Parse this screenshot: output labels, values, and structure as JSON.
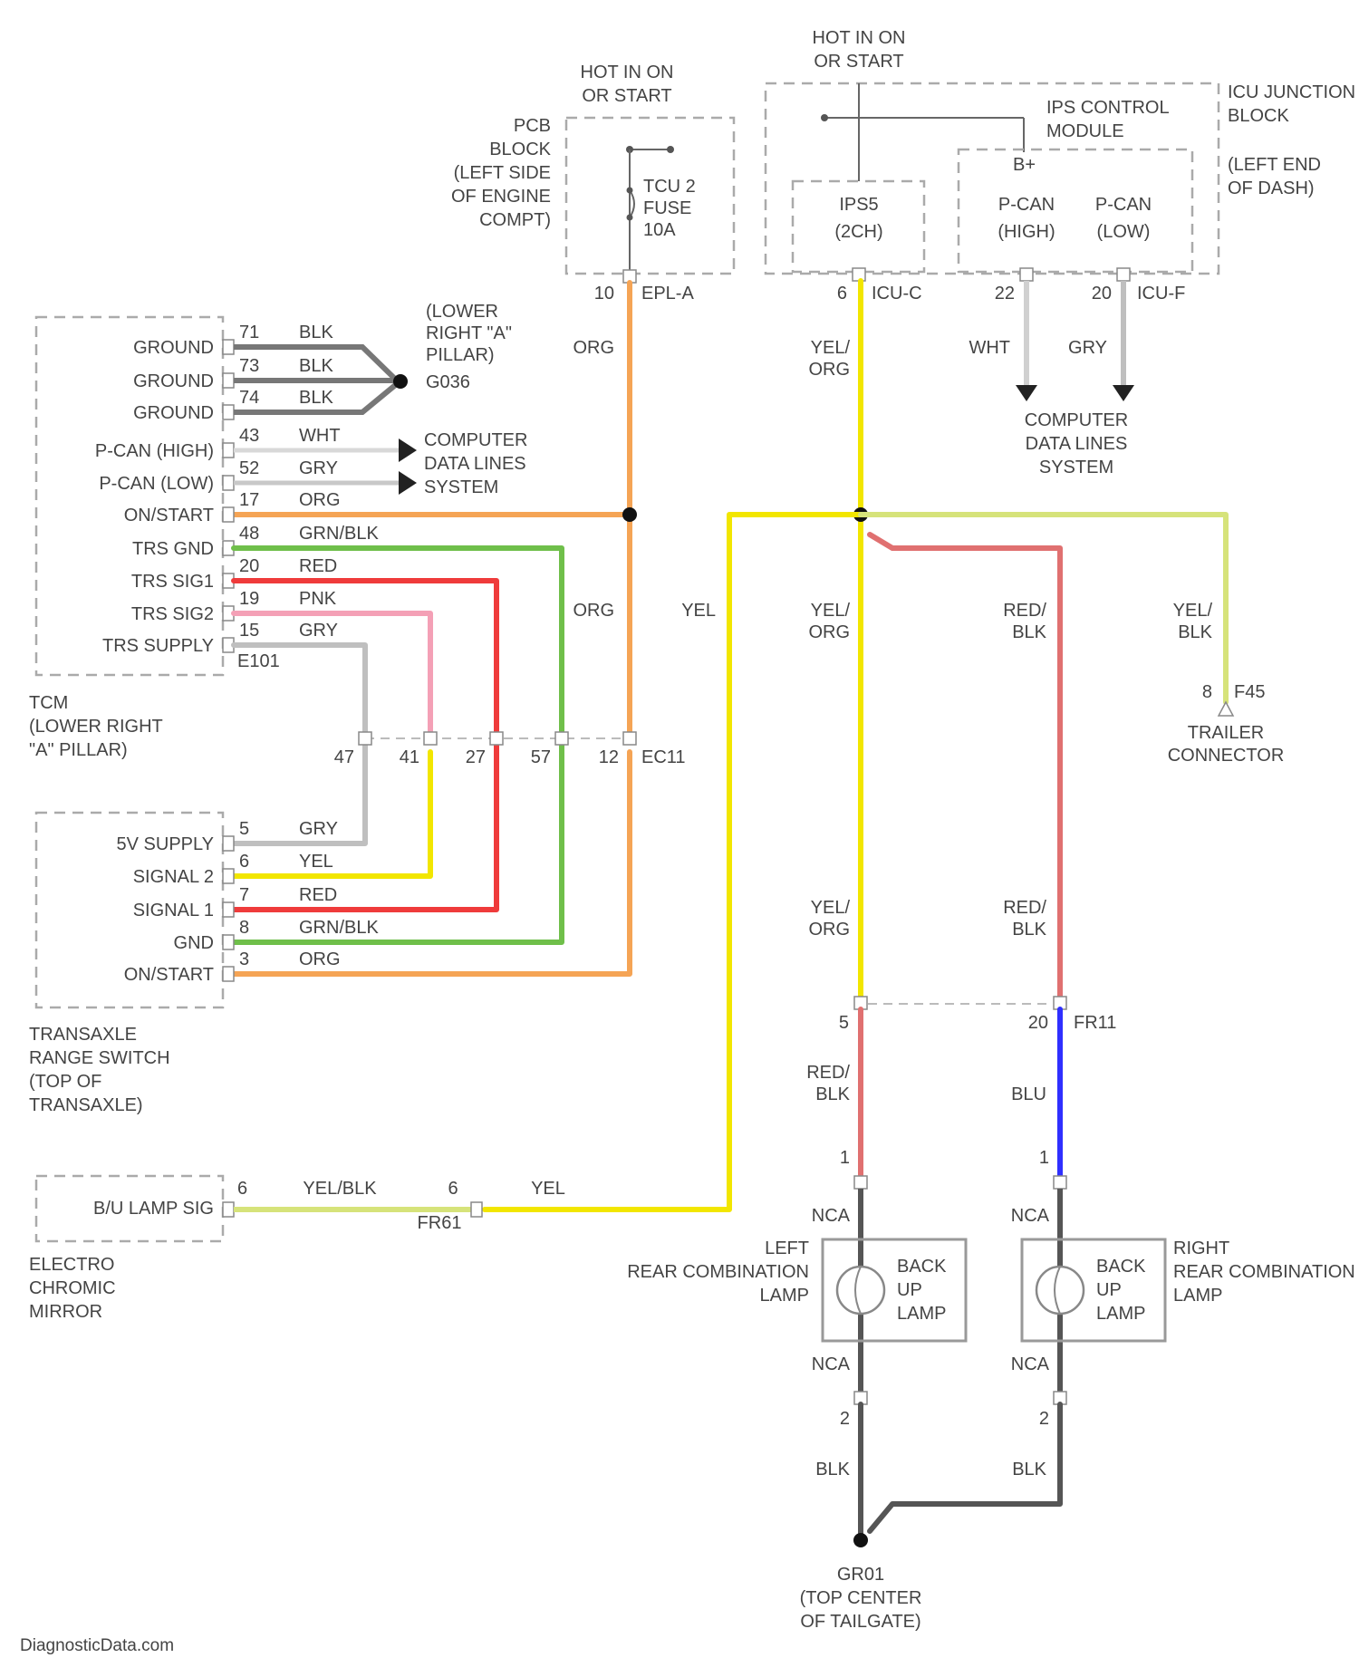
{
  "fuse_block": {
    "hot": [
      "HOT IN ON",
      "OR START"
    ],
    "name": [
      "PCB",
      "BLOCK",
      "(LEFT SIDE",
      "OF ENGINE",
      "COMPT)"
    ],
    "fuse": [
      "TCU 2",
      "FUSE",
      "10A"
    ],
    "pin": "10",
    "connector": "EPL-A",
    "wire": "ORG"
  },
  "icu_block": {
    "hot": [
      "HOT IN ON",
      "OR START"
    ],
    "name": [
      "ICU JUNCTION",
      "BLOCK"
    ],
    "location": [
      "(LEFT END",
      "OF DASH)"
    ],
    "ips_module": [
      "IPS CONTROL",
      "MODULE"
    ],
    "bplus": "B+",
    "ips": [
      "IPS5",
      "(2CH)"
    ],
    "pcan_high": [
      "P-CAN",
      "(HIGH)"
    ],
    "pcan_low": [
      "P-CAN",
      "(LOW)"
    ],
    "pin_ips": "6",
    "conn_ipsc": "ICU-C",
    "pin_high": "22",
    "pin_low": "20",
    "conn_icuf": "ICU-F",
    "wire_ips": [
      "YEL/",
      "ORG"
    ],
    "wire_high": "WHT",
    "wire_low": "GRY",
    "data_lines": [
      "COMPUTER",
      "DATA LINES",
      "SYSTEM"
    ]
  },
  "tcm": {
    "pins": [
      {
        "label": "GROUND",
        "pin": "71",
        "wire": "BLK"
      },
      {
        "label": "GROUND",
        "pin": "73",
        "wire": "BLK"
      },
      {
        "label": "GROUND",
        "pin": "74",
        "wire": "BLK"
      },
      {
        "label": "P-CAN (HIGH)",
        "pin": "43",
        "wire": "WHT"
      },
      {
        "label": "P-CAN (LOW)",
        "pin": "52",
        "wire": "GRY"
      },
      {
        "label": "ON/START",
        "pin": "17",
        "wire": "ORG"
      },
      {
        "label": "TRS GND",
        "pin": "48",
        "wire": "GRN/BLK"
      },
      {
        "label": "TRS SIG1",
        "pin": "20",
        "wire": "RED"
      },
      {
        "label": "TRS SIG2",
        "pin": "19",
        "wire": "PNK"
      },
      {
        "label": "TRS SUPPLY",
        "pin": "15",
        "wire": "GRY"
      }
    ],
    "conn": "E101",
    "name": [
      "TCM",
      "(LOWER RIGHT",
      "\"A\" PILLAR)"
    ],
    "ground_name": [
      "(LOWER",
      "RIGHT \"A\"",
      "PILLAR)",
      "G036"
    ],
    "data_lines": [
      "COMPUTER",
      "DATA LINES",
      "SYSTEM"
    ],
    "wire_org_label": "ORG",
    "wire_org2": "ORG",
    "wire_yel": "YEL"
  },
  "inline_conn": {
    "pins": [
      "47",
      "41",
      "27",
      "57",
      "12"
    ],
    "name": "EC11"
  },
  "trs": {
    "pins": [
      {
        "label": "5V SUPPLY",
        "pin": "5",
        "wire": "GRY"
      },
      {
        "label": "SIGNAL 2",
        "pin": "6",
        "wire": "YEL"
      },
      {
        "label": "SIGNAL 1",
        "pin": "7",
        "wire": "RED"
      },
      {
        "label": "GND",
        "pin": "8",
        "wire": "GRN/BLK"
      },
      {
        "label": "ON/START",
        "pin": "3",
        "wire": "ORG"
      }
    ],
    "name": [
      "TRANSAXLE",
      "RANGE SWITCH",
      "(TOP OF",
      "TRANSAXLE)"
    ]
  },
  "mirror": {
    "label": "B/U LAMP SIG",
    "pin": "6",
    "wire": "YEL/BLK",
    "pin2": "6",
    "conn": "FR61",
    "wire2": "YEL",
    "name": [
      "ELECTRO",
      "CHROMIC",
      "MIRROR"
    ]
  },
  "right_side": {
    "wire_yelorg": [
      "YEL/",
      "ORG"
    ],
    "wire_redblk": [
      "RED/",
      "BLK"
    ],
    "wire_yelblk": [
      "YEL/",
      "BLK"
    ],
    "trailer_pin": "8",
    "trailer_conn": "F45",
    "trailer_name": [
      "TRAILER",
      "CONNECTOR"
    ],
    "fr11_pin_left": "5",
    "fr11_pin_right": "20",
    "fr11": "FR11",
    "wire_redblk2": [
      "RED/",
      "BLK"
    ],
    "wire_blu": "BLU",
    "lamp_pin1": "1",
    "lamp_pin2": "2",
    "nca": "NCA",
    "wire_blk": "BLK",
    "left_lamp_name": [
      "LEFT",
      "REAR COMBINATION",
      "LAMP"
    ],
    "right_lamp_name": [
      "RIGHT",
      "REAR COMBINATION",
      "LAMP"
    ],
    "lamp_text": [
      "BACK",
      "UP",
      "LAMP"
    ],
    "ground_name": [
      "GR01",
      "(TOP CENTER",
      "OF TAILGATE)"
    ]
  },
  "watermark": "DiagnosticData.com",
  "colors": {
    "org": "#f5a455",
    "yel": "#f2e600",
    "red": "#ef3b3b",
    "pnk": "#f4a0b6",
    "gry": "#bfbfbf",
    "grnblk": "#6fbf4a",
    "blu": "#2f2fff",
    "blk": "#555555",
    "yelblk": "#d6e37a",
    "redblk": "#e07070"
  }
}
